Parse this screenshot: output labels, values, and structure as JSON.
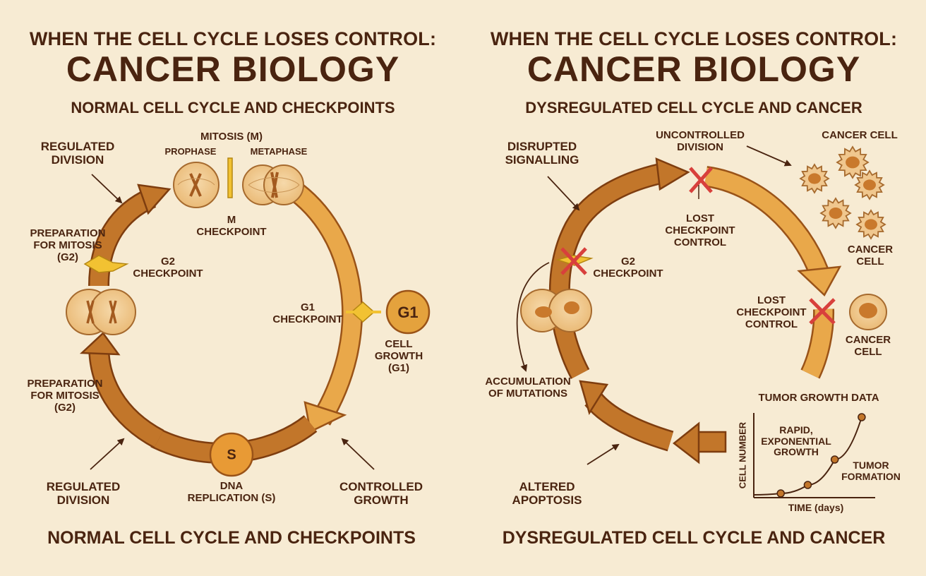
{
  "colors": {
    "background": "#f7ebd3",
    "text": "#4a2410",
    "arrow_dark": "#c2762a",
    "arrow_light": "#e9a84a",
    "checkpoint": "#f2c232",
    "cross": "#d8403c",
    "cell": "#f0c78e"
  },
  "left": {
    "supertitle": "WHEN THE CELL CYCLE LOSES CONTROL:",
    "title": "CANCER BIOLOGY",
    "subtitle": "NORMAL CELL CYCLE AND CHECKPOINTS",
    "footer": "NORMAL CELL CYCLE AND CHECKPOINTS",
    "labels": {
      "regulated_division_top": "REGULATED\nDIVISION",
      "mitosis": "MITOSIS (M)",
      "prophase": "PROPHASE",
      "metaphase": "METAPHASE",
      "m_checkpoint": "M\nCHECKPOINT",
      "prep_mitosis_top": "PREPARATION\nFOR MITOSIS\n(G2)",
      "g2_checkpoint": "G2\nCHECKPOINT",
      "g1_checkpoint": "G1\nCHECKPOINT",
      "g1_phase": "G1",
      "cell_growth": "CELL\nGROWTH\n(G1)",
      "prep_mitosis_bottom": "PREPARATION\nFOR MITOSIS\n(G2)",
      "s_phase": "S",
      "regulated_division_bottom": "REGULATED\nDIVISION",
      "dna_replication": "DNA\nREPLICATION (S)",
      "controlled_growth": "CONTROLLED\nGROWTH"
    }
  },
  "right": {
    "supertitle": "WHEN THE CELL CYCLE LOSES CONTROL:",
    "title": "CANCER BIOLOGY",
    "subtitle": "DYSREGULATED CELL CYCLE AND CANCER",
    "footer": "DYSREGULATED CELL CYCLE AND CANCER",
    "labels": {
      "disrupted_signalling": "DISRUPTED\nSIGNALLING",
      "uncontrolled_division": "UNCONTROLLED\nDIVISION",
      "cancer_cell_top": "CANCER CELL",
      "lost_checkpoint_top": "LOST\nCHECKPOINT\nCONTROL",
      "g2_checkpoint": "G2\nCHECKPOINT",
      "cancer_cell_mid": "CANCER\nCELL",
      "lost_checkpoint_right": "LOST\nCHECKPOINT\nCONTROL",
      "cancer_cell_right": "CANCER\nCELL",
      "accumulation": "ACCUMULATION\nOF MUTATIONS",
      "altered_apoptosis": "ALTERED\nAPOPTOSIS"
    },
    "chart": {
      "title": "TUMOR GROWTH DATA",
      "xlabel": "TIME (days)",
      "ylabel": "CELL NUMBER",
      "annotation_rapid": "RAPID,\nEXPONENTIAL\nGROWTH",
      "annotation_tumor": "TUMOR\nFORMATION"
    }
  },
  "chart_data": {
    "type": "line",
    "title": "TUMOR GROWTH DATA",
    "xlabel": "TIME (days)",
    "ylabel": "CELL NUMBER",
    "x": [
      1,
      2,
      3,
      4
    ],
    "y": [
      0.5,
      1.5,
      4.5,
      9.5
    ],
    "xlim": [
      0,
      4.5
    ],
    "ylim": [
      0,
      10
    ],
    "grid": false
  }
}
